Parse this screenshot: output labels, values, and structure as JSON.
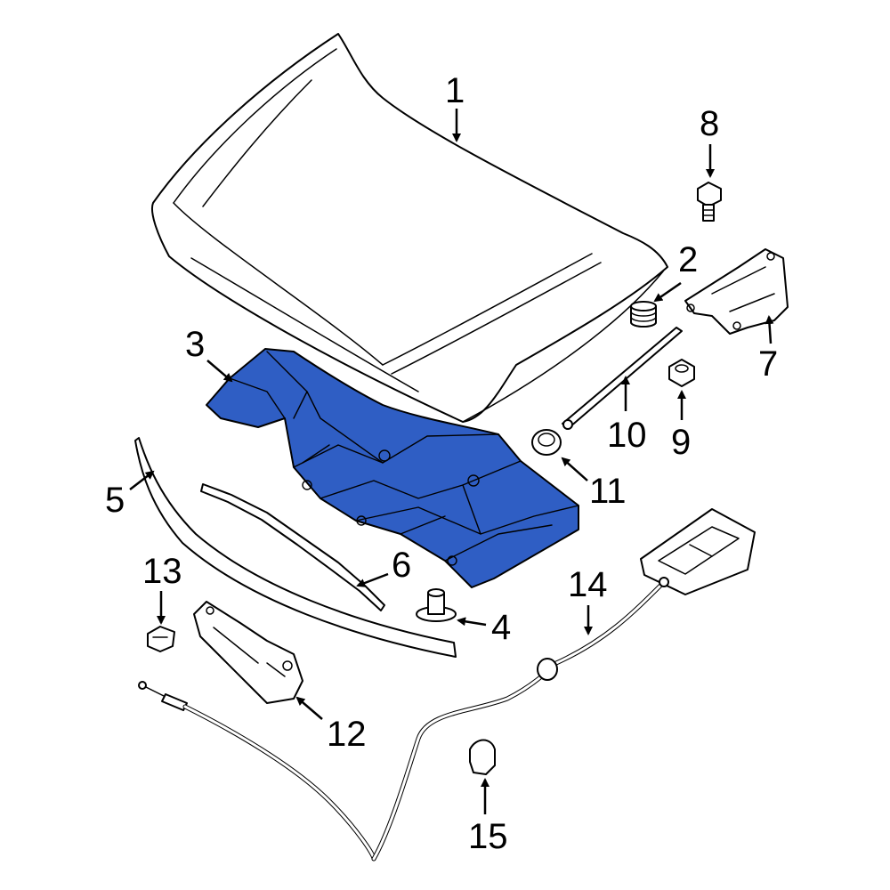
{
  "highlight_color": "#2f5ec4",
  "callouts": [
    {
      "id": "1",
      "label": "1"
    },
    {
      "id": "2",
      "label": "2"
    },
    {
      "id": "3",
      "label": "3"
    },
    {
      "id": "4",
      "label": "4"
    },
    {
      "id": "5",
      "label": "5"
    },
    {
      "id": "6",
      "label": "6"
    },
    {
      "id": "7",
      "label": "7"
    },
    {
      "id": "8",
      "label": "8"
    },
    {
      "id": "9",
      "label": "9"
    },
    {
      "id": "10",
      "label": "10"
    },
    {
      "id": "11",
      "label": "11"
    },
    {
      "id": "12",
      "label": "12"
    },
    {
      "id": "13",
      "label": "13"
    },
    {
      "id": "14",
      "label": "14"
    },
    {
      "id": "15",
      "label": "15"
    }
  ]
}
